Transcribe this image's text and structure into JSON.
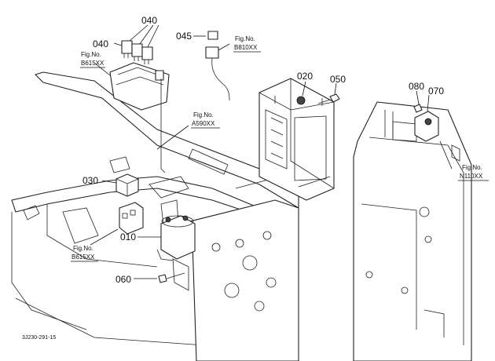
{
  "part_numbers": {
    "p010": "010",
    "p020": "020",
    "p030": "030",
    "p040a": "040",
    "p040b": "040",
    "p045": "045",
    "p050": "050",
    "p060": "060",
    "p070": "070",
    "p080": "080"
  },
  "fig_refs": {
    "b615_top": {
      "label": "Fig.No.",
      "code": "B615XX"
    },
    "b810": {
      "label": "Fig.No.",
      "code": "B810XX"
    },
    "a590": {
      "label": "Fig.No.",
      "code": "A590XX"
    },
    "b615_bottom": {
      "label": "Fig.No.",
      "code": "B615XX"
    },
    "n110": {
      "label": "Fig.No.",
      "code": "N110XX"
    }
  },
  "drawing_code": "3J230-291-15"
}
